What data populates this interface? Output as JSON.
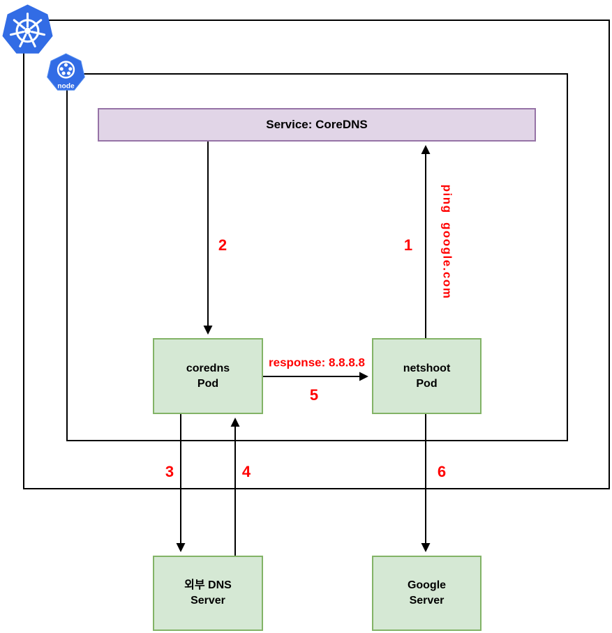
{
  "diagram_title": "Kubernetes CoreDNS resolution flow",
  "colors": {
    "kubernetes_blue": "#326CE5",
    "pod_green_fill": "#D5E8D4",
    "pod_green_border": "#82B366",
    "service_purple_fill": "#E1D5E7",
    "service_purple_border": "#9673A6",
    "step_label_red": "#FF0000",
    "line_black": "#000000"
  },
  "cluster": {
    "kubernetes_icon": "kubernetes-helm-wheel-heptagon",
    "node_icon": "kubernetes-node-heptagon",
    "node_label": "node"
  },
  "nodes": {
    "service": "Service: CoreDNS",
    "coredns_pod": "coredns\nPod",
    "netshoot_pod": "netshoot\nPod",
    "external_dns_server": "외부 DNS\nServer",
    "google_server": "Google\nServer"
  },
  "steps": {
    "s1": "1",
    "s2": "2",
    "s3": "3",
    "s4": "4",
    "s5": "5",
    "s6": "6"
  },
  "annotations": {
    "ping": "ping  google.com",
    "response": "response: 8.8.8.8"
  }
}
